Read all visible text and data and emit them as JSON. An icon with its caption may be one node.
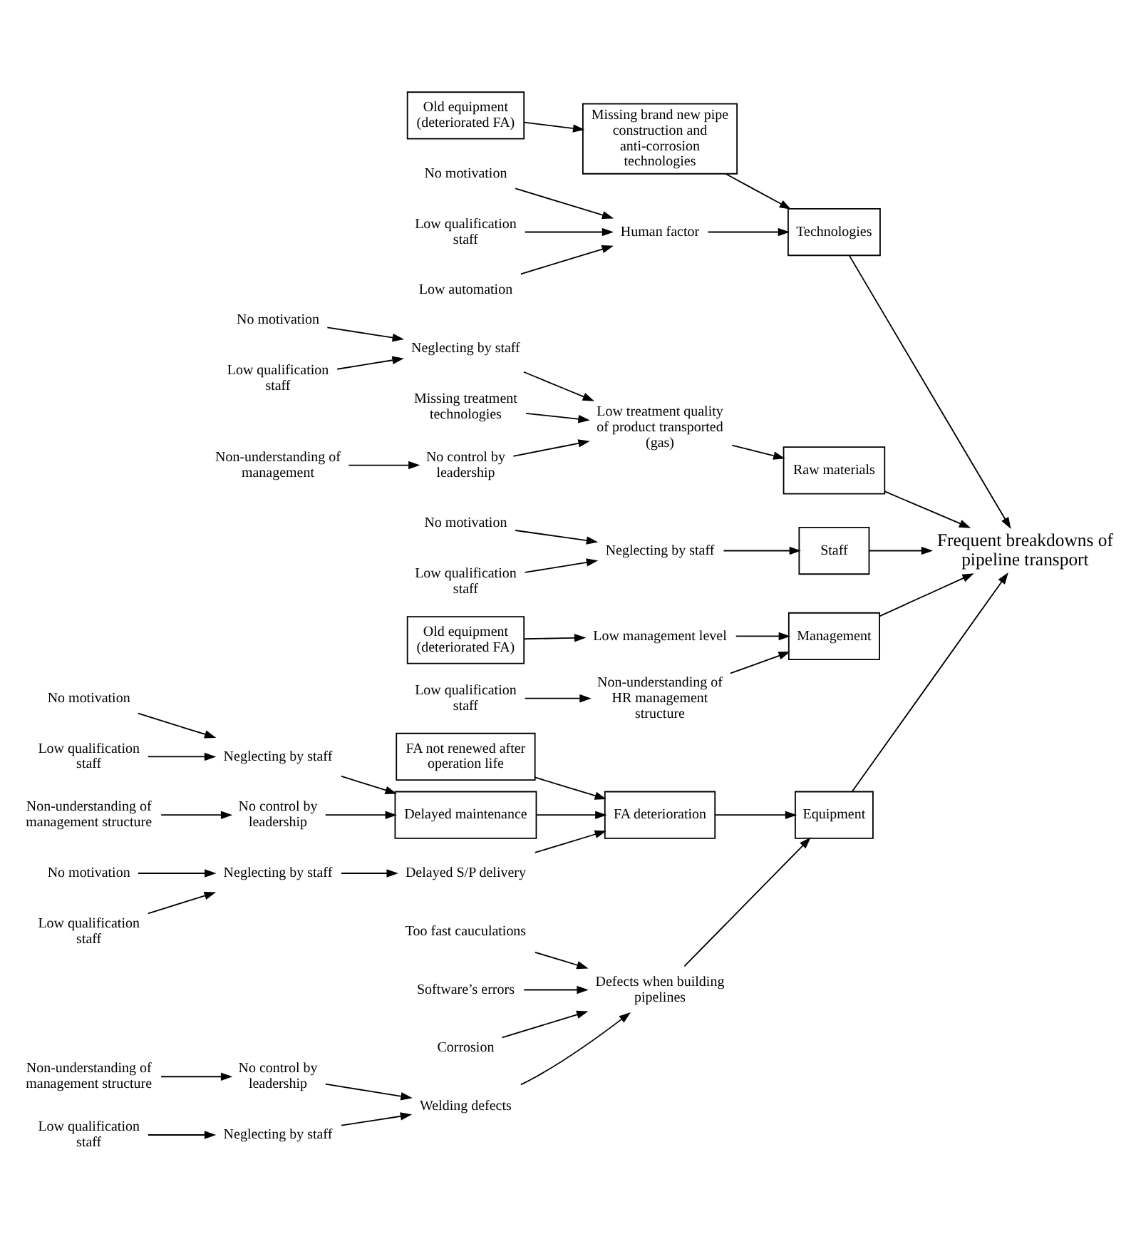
{
  "diagram": {
    "nodes": [
      {
        "text": [
          "Equipment"
        ]
      },
      {
        "text": [
          "Technologies"
        ]
      },
      {
        "text": [
          "FA deterioration"
        ]
      },
      {
        "text": [
          "Missing brand new pipe construction and anti-corrosion technologies"
        ]
      },
      {
        "text": [
          "FA not renewed after operation life"
        ]
      },
      {
        "text": [
          "Delayed maintenance"
        ]
      },
      {
        "text": [
          "Neglecting by staff"
        ]
      },
      {
        "text": [
          "Delayed S/P delivery"
        ]
      },
      {
        "text": [
          "Too fast cauculations"
        ]
      },
      {
        "text": [
          "Software’s errors"
        ]
      },
      {
        "text": [
          "Corrosion"
        ]
      },
      {
        "text": [
          "Defects when building pipelines"
        ]
      },
      {
        "text": [
          "Human factor"
        ]
      },
      {
        "text": [
          "Old equipment (deteriorated FA)"
        ]
      },
      {
        "text": [
          "No control by leadership"
        ]
      },
      {
        "text": [
          "Neglecting by staff"
        ]
      },
      {
        "text": [
          "Neglecting by staff"
        ]
      },
      {
        "text": [
          "No motivation"
        ]
      },
      {
        "text": [
          "Low qualification staff"
        ]
      },
      {
        "text": [
          "Welding defects"
        ]
      },
      {
        "text": [
          "Non-understanding of management structure"
        ]
      },
      {
        "text": [
          "Low qualification staff"
        ]
      },
      {
        "text": [
          "No motivation"
        ]
      },
      {
        "text": [
          "Low qualification staff"
        ]
      },
      {
        "text": [
          "Low automation"
        ]
      },
      {
        "text": [
          "No control by leadership"
        ]
      },
      {
        "text": [
          "No motivation"
        ]
      },
      {
        "text": [
          "Low qualification staff"
        ]
      },
      {
        "text": [
          "Non-understanding of management structure"
        ]
      },
      {
        "text": [
          "Frequent breakdowns of pipeline transport"
        ]
      },
      {
        "text": [
          "No motivation"
        ]
      },
      {
        "text": [
          "Low qualification staff"
        ]
      },
      {
        "text": [
          "Neglecting by staff"
        ]
      },
      {
        "text": [
          "Non-understanding of management"
        ]
      },
      {
        "text": [
          "Old equipment (deteriorated FA)"
        ]
      },
      {
        "text": [
          "Neglecting by staff"
        ]
      },
      {
        "text": [
          "Low management level"
        ]
      },
      {
        "text": [
          "Low qualification staff"
        ]
      },
      {
        "text": [
          "Missing treatment technologies"
        ]
      },
      {
        "text": [
          "No control by leadership"
        ]
      },
      {
        "text": [
          "No motivation"
        ]
      },
      {
        "text": [
          "Low qualification staff"
        ]
      },
      {
        "text": [
          "Non-understanding of HR management structure"
        ]
      },
      {
        "text": [
          "Low treatment quality of product transported (gas)"
        ]
      },
      {
        "text": [
          "Raw materials"
        ]
      },
      {
        "text": [
          "Staff"
        ]
      },
      {
        "text": [
          "Management"
        ]
      }
    ],
    "edges": [
      {
        "from": 2,
        "to": 0,
        "arrow": "to"
      },
      {
        "from": 4,
        "to": 2,
        "arrow": "to"
      },
      {
        "from": 5,
        "to": 2,
        "arrow": "to"
      },
      {
        "from": 7,
        "to": 2,
        "arrow": "to"
      },
      {
        "from": 6,
        "to": 7,
        "arrow": "to"
      },
      {
        "from": 17,
        "to": 6,
        "arrow": "to"
      },
      {
        "from": 18,
        "to": 6,
        "arrow": "to"
      },
      {
        "from": 16,
        "to": 5,
        "arrow": "to"
      },
      {
        "from": 26,
        "to": 16,
        "arrow": "to"
      },
      {
        "from": 27,
        "to": 16,
        "arrow": "to"
      },
      {
        "from": 25,
        "to": 5,
        "arrow": "to"
      },
      {
        "from": 28,
        "to": 25,
        "arrow": "to"
      },
      {
        "from": 11,
        "to": 0,
        "arrow": "to"
      },
      {
        "from": 8,
        "to": 11,
        "arrow": "to"
      },
      {
        "from": 9,
        "to": 11,
        "arrow": "to"
      },
      {
        "from": 10,
        "to": 11,
        "arrow": "to"
      },
      {
        "from": 19,
        "to": 11,
        "arrow": "to"
      },
      {
        "from": 15,
        "to": 19,
        "arrow": "to"
      },
      {
        "from": 21,
        "to": 15,
        "arrow": "to"
      },
      {
        "from": 14,
        "to": 19,
        "arrow": "to"
      },
      {
        "from": 20,
        "to": 14,
        "arrow": "to"
      },
      {
        "from": 3,
        "to": 1,
        "arrow": "to"
      },
      {
        "from": 13,
        "to": 3,
        "arrow": "to"
      },
      {
        "from": 12,
        "to": 1,
        "arrow": "to"
      },
      {
        "from": 22,
        "to": 12,
        "arrow": "to"
      },
      {
        "from": 23,
        "to": 12,
        "arrow": "to"
      },
      {
        "from": 24,
        "to": 12,
        "arrow": "to"
      },
      {
        "from": 0,
        "to": 29,
        "arrow": "to"
      },
      {
        "from": 1,
        "to": 29,
        "arrow": "to"
      },
      {
        "from": 44,
        "to": 29,
        "arrow": "to"
      },
      {
        "from": 45,
        "to": 29,
        "arrow": "to"
      },
      {
        "from": 46,
        "to": 29,
        "arrow": "to"
      },
      {
        "from": 43,
        "to": 44,
        "arrow": "to"
      },
      {
        "from": 32,
        "to": 43,
        "arrow": "to"
      },
      {
        "from": 30,
        "to": 32,
        "arrow": "to"
      },
      {
        "from": 31,
        "to": 32,
        "arrow": "to"
      },
      {
        "from": 39,
        "to": 43,
        "arrow": "to"
      },
      {
        "from": 33,
        "to": 39,
        "arrow": "to"
      },
      {
        "from": 38,
        "to": 43,
        "arrow": "to"
      },
      {
        "from": 35,
        "to": 45,
        "arrow": "to"
      },
      {
        "from": 40,
        "to": 35,
        "arrow": "to"
      },
      {
        "from": 41,
        "to": 35,
        "arrow": "to"
      },
      {
        "from": 36,
        "to": 46,
        "arrow": "to"
      },
      {
        "from": 34,
        "to": 36,
        "arrow": "to"
      },
      {
        "from": 42,
        "to": 46,
        "arrow": "to"
      },
      {
        "from": 37,
        "to": 42,
        "arrow": "to"
      }
    ]
  }
}
